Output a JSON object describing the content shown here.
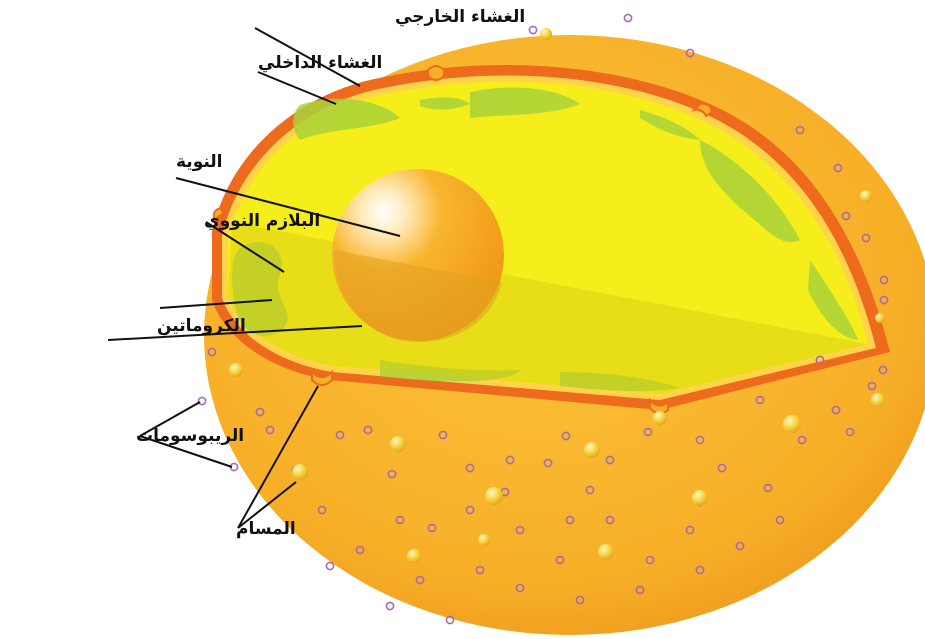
{
  "labels": {
    "outer_membrane": "الغشاء الخارجي",
    "inner_membrane": "الغشاء الداخلي",
    "nucleolus": "النوية",
    "nucleoplasm": "البلازم النووي",
    "chromatin": "الكروماتين",
    "ribosomes": "الريبوسومات",
    "pores": "المسام"
  },
  "colors": {
    "cytoplasm": "#f8b22e",
    "cytoplasm_shadow": "#e9961b",
    "membrane": "#ee6a1c",
    "nucleoplasm": "#f5ee1a",
    "chromatin": "#a9d23a",
    "nucleolus": "#f6a51c",
    "ribosome": "#a86bb0",
    "label_text": "#111111"
  }
}
